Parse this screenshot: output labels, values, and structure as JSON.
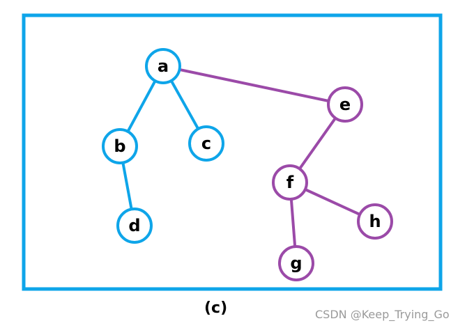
{
  "colors": {
    "frame": "#0ea5e9",
    "blue": "#0ea5e9",
    "purple": "#9b4aa8"
  },
  "graph": {
    "nodes": [
      {
        "id": "a",
        "label": "a",
        "group": "blue"
      },
      {
        "id": "b",
        "label": "b",
        "group": "blue"
      },
      {
        "id": "c",
        "label": "c",
        "group": "blue"
      },
      {
        "id": "d",
        "label": "d",
        "group": "blue"
      },
      {
        "id": "e",
        "label": "e",
        "group": "purple"
      },
      {
        "id": "f",
        "label": "f",
        "group": "purple"
      },
      {
        "id": "g",
        "label": "g",
        "group": "purple"
      },
      {
        "id": "h",
        "label": "h",
        "group": "purple"
      }
    ],
    "edges": [
      {
        "from": "a",
        "to": "b",
        "group": "blue"
      },
      {
        "from": "a",
        "to": "c",
        "group": "blue"
      },
      {
        "from": "b",
        "to": "d",
        "group": "blue"
      },
      {
        "from": "a",
        "to": "e",
        "group": "purple"
      },
      {
        "from": "e",
        "to": "f",
        "group": "purple"
      },
      {
        "from": "f",
        "to": "g",
        "group": "purple"
      },
      {
        "from": "f",
        "to": "h",
        "group": "purple"
      }
    ]
  },
  "caption": "(c)",
  "watermark": "CSDN @Keep_Trying_Go"
}
